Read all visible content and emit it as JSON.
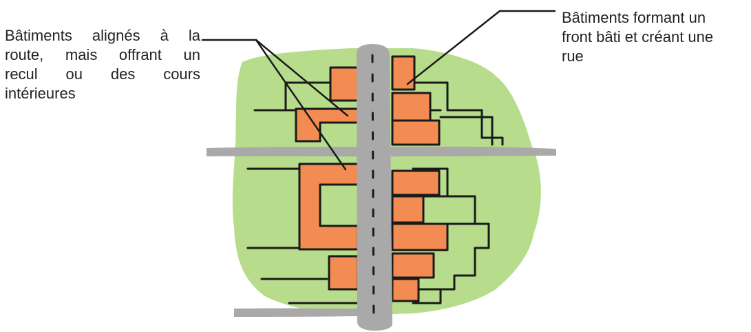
{
  "colors": {
    "background": "#ffffff",
    "vegetation": "#b7dc8c",
    "building": "#f28c52",
    "road": "#a9a9a9",
    "outline": "#1a1a1a",
    "text": "#222222"
  },
  "annotations": {
    "left": {
      "lines": [
        "Bâtiments alignés à la",
        "route, mais offrant un",
        "recul ou des cours",
        "intérieures"
      ]
    },
    "right": {
      "lines": [
        "Bâtiments formant un",
        "front bâti et créant une",
        "rue"
      ]
    }
  },
  "icons": {
    "illustration": "urban-block-sketch-icon"
  }
}
